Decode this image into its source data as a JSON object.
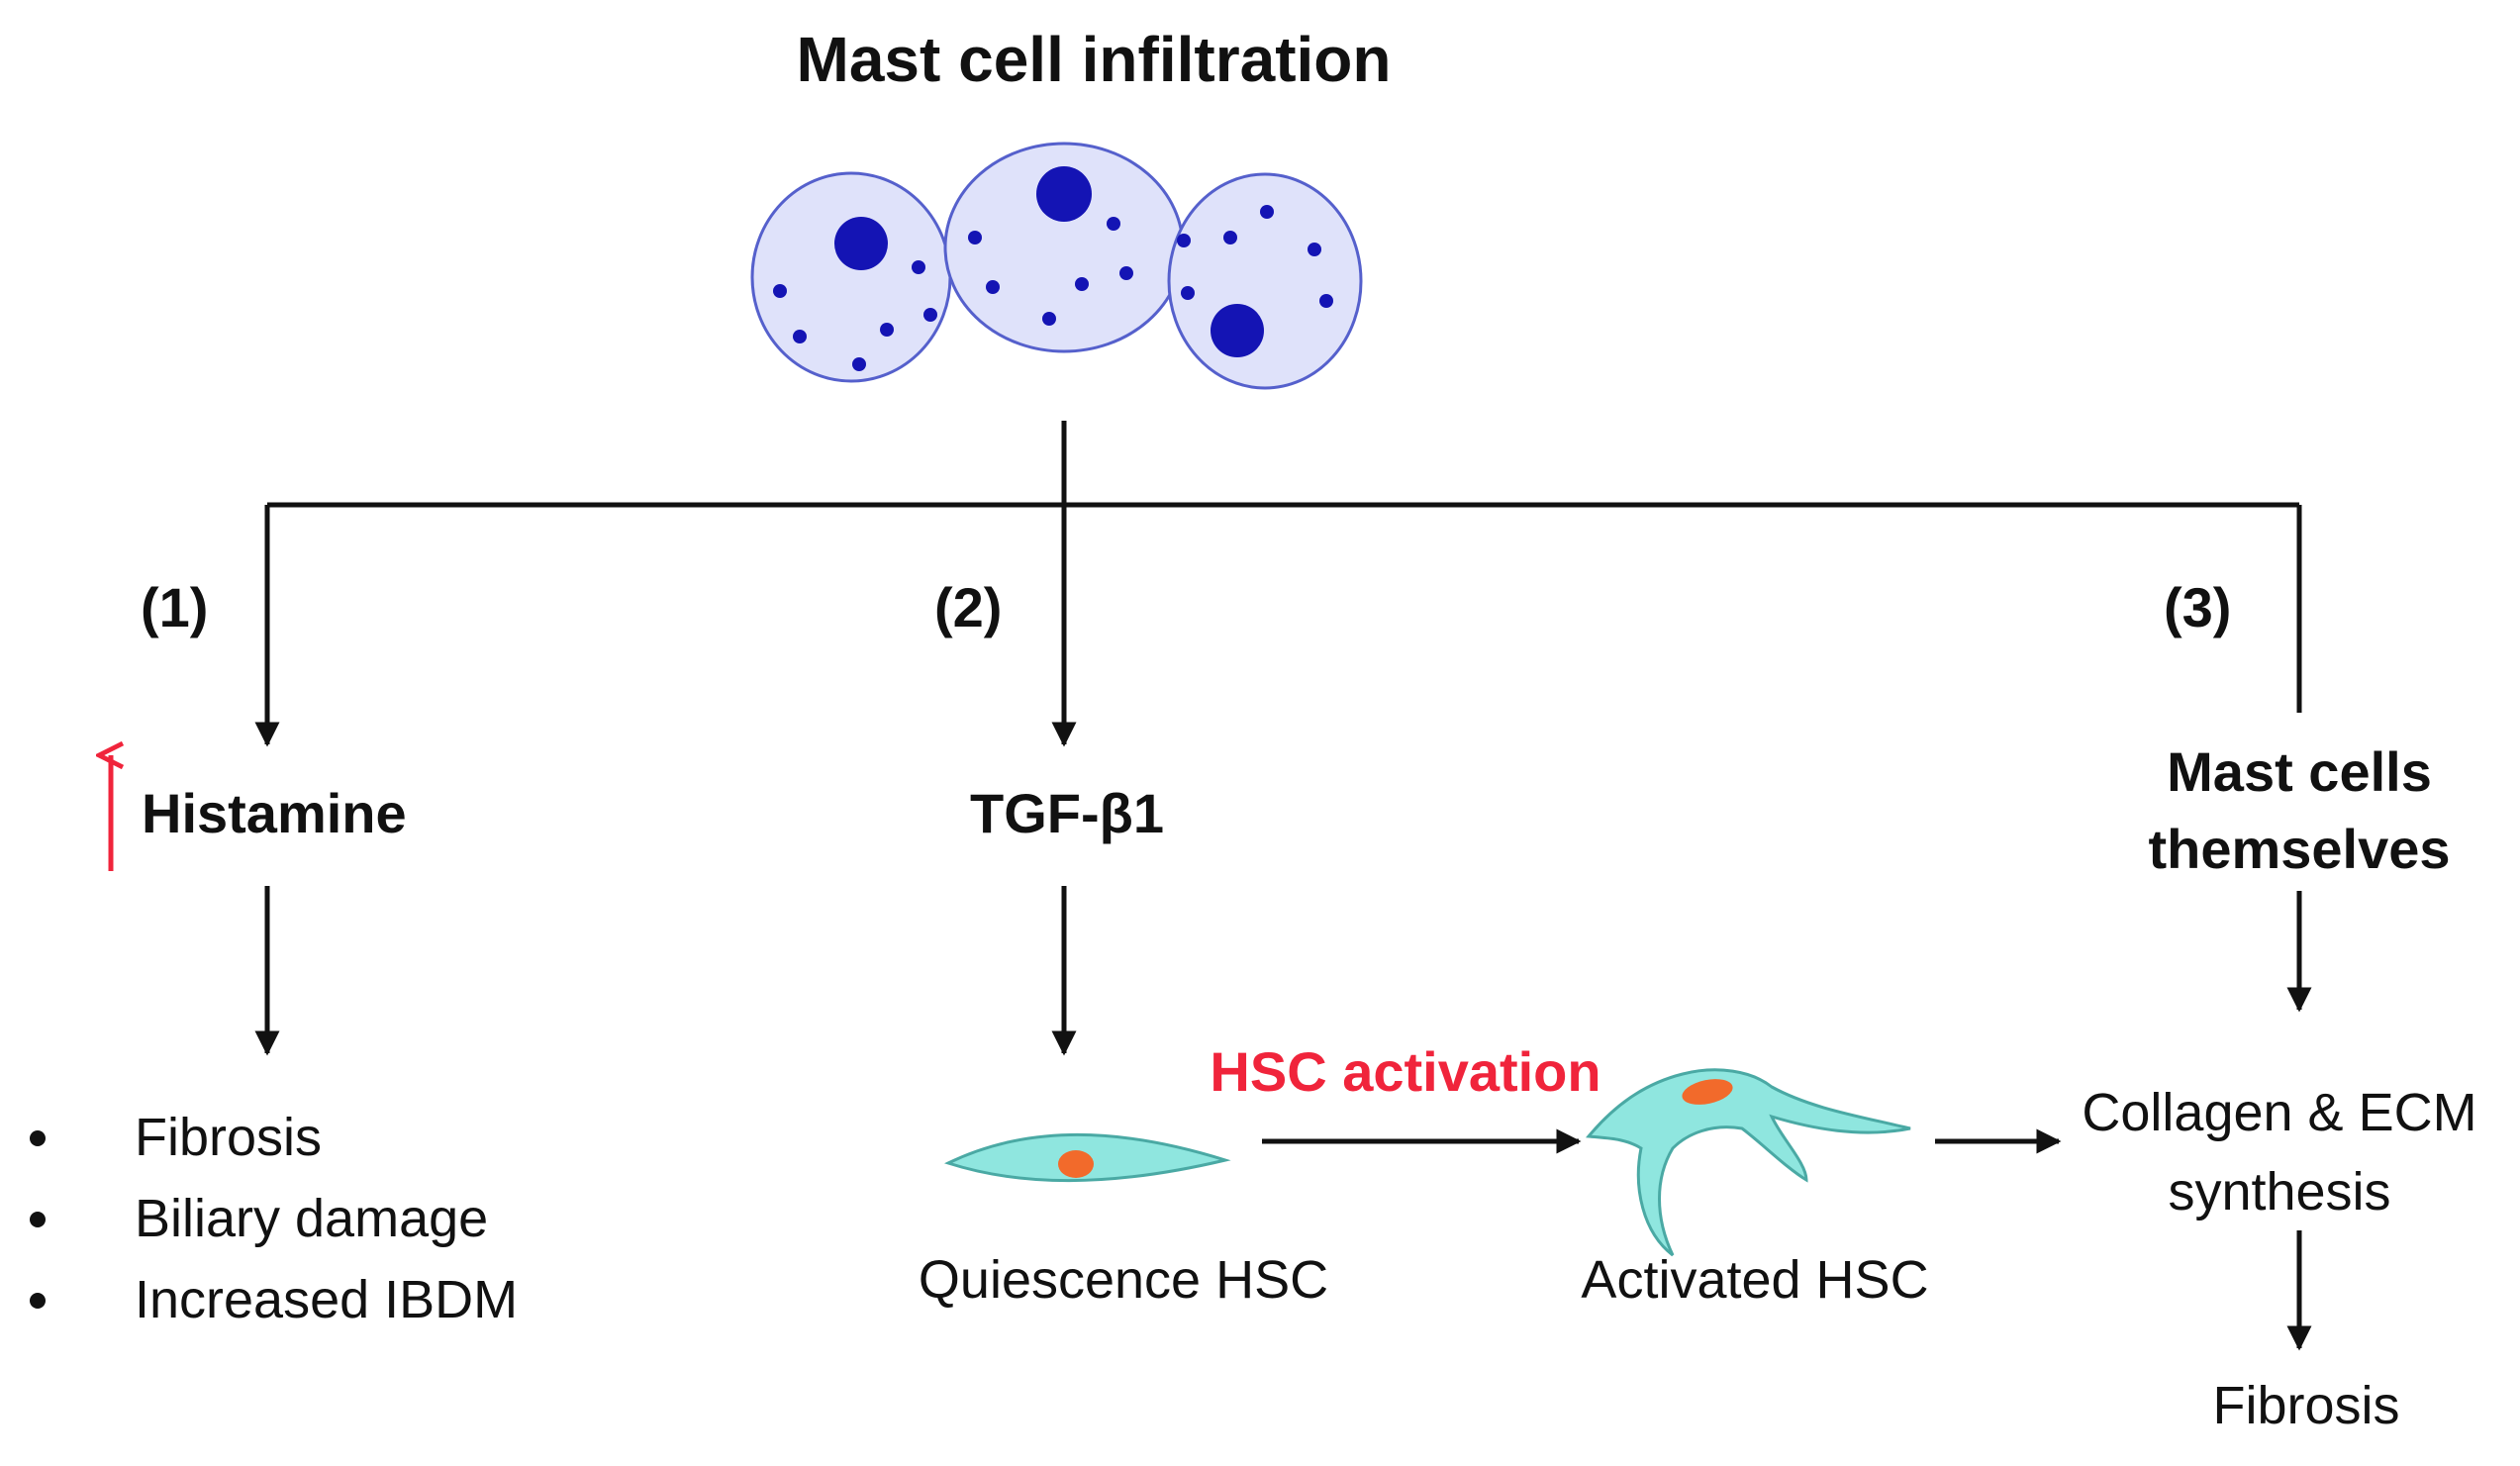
{
  "title": "Mast cell infiltration",
  "branches": [
    {
      "number": "(1)",
      "mediator": "Histamine",
      "effects": [
        "Fibrosis",
        "Biliary damage",
        "Increased IBDM"
      ]
    },
    {
      "number": "(2)",
      "mediator": "TGF-β1",
      "quiescent_label": "Quiescence HSC",
      "process_label": "HSC activation",
      "activated_label": "Activated HSC"
    },
    {
      "number": "(3)",
      "mediator_line1": "Mast cells",
      "mediator_line2": "themselves",
      "synthesis_line1": "Collagen & ECM",
      "synthesis_line2": "synthesis",
      "outcome": "Fibrosis"
    }
  ],
  "colors": {
    "arrow": "#111111",
    "highlight": "#f0243b",
    "cell_fill": "#dfe2fa",
    "cell_stroke": "#5560cc",
    "granule": "#1414b4",
    "hsc_fill": "#8fe6df",
    "hsc_nucleus": "#f26a2b"
  },
  "icons": {
    "increase": "red-up-arrow-icon",
    "mast_cell": "mast-cell-icon",
    "quiescent_hsc": "spindle-cell-icon",
    "activated_hsc": "stellate-cell-icon"
  }
}
